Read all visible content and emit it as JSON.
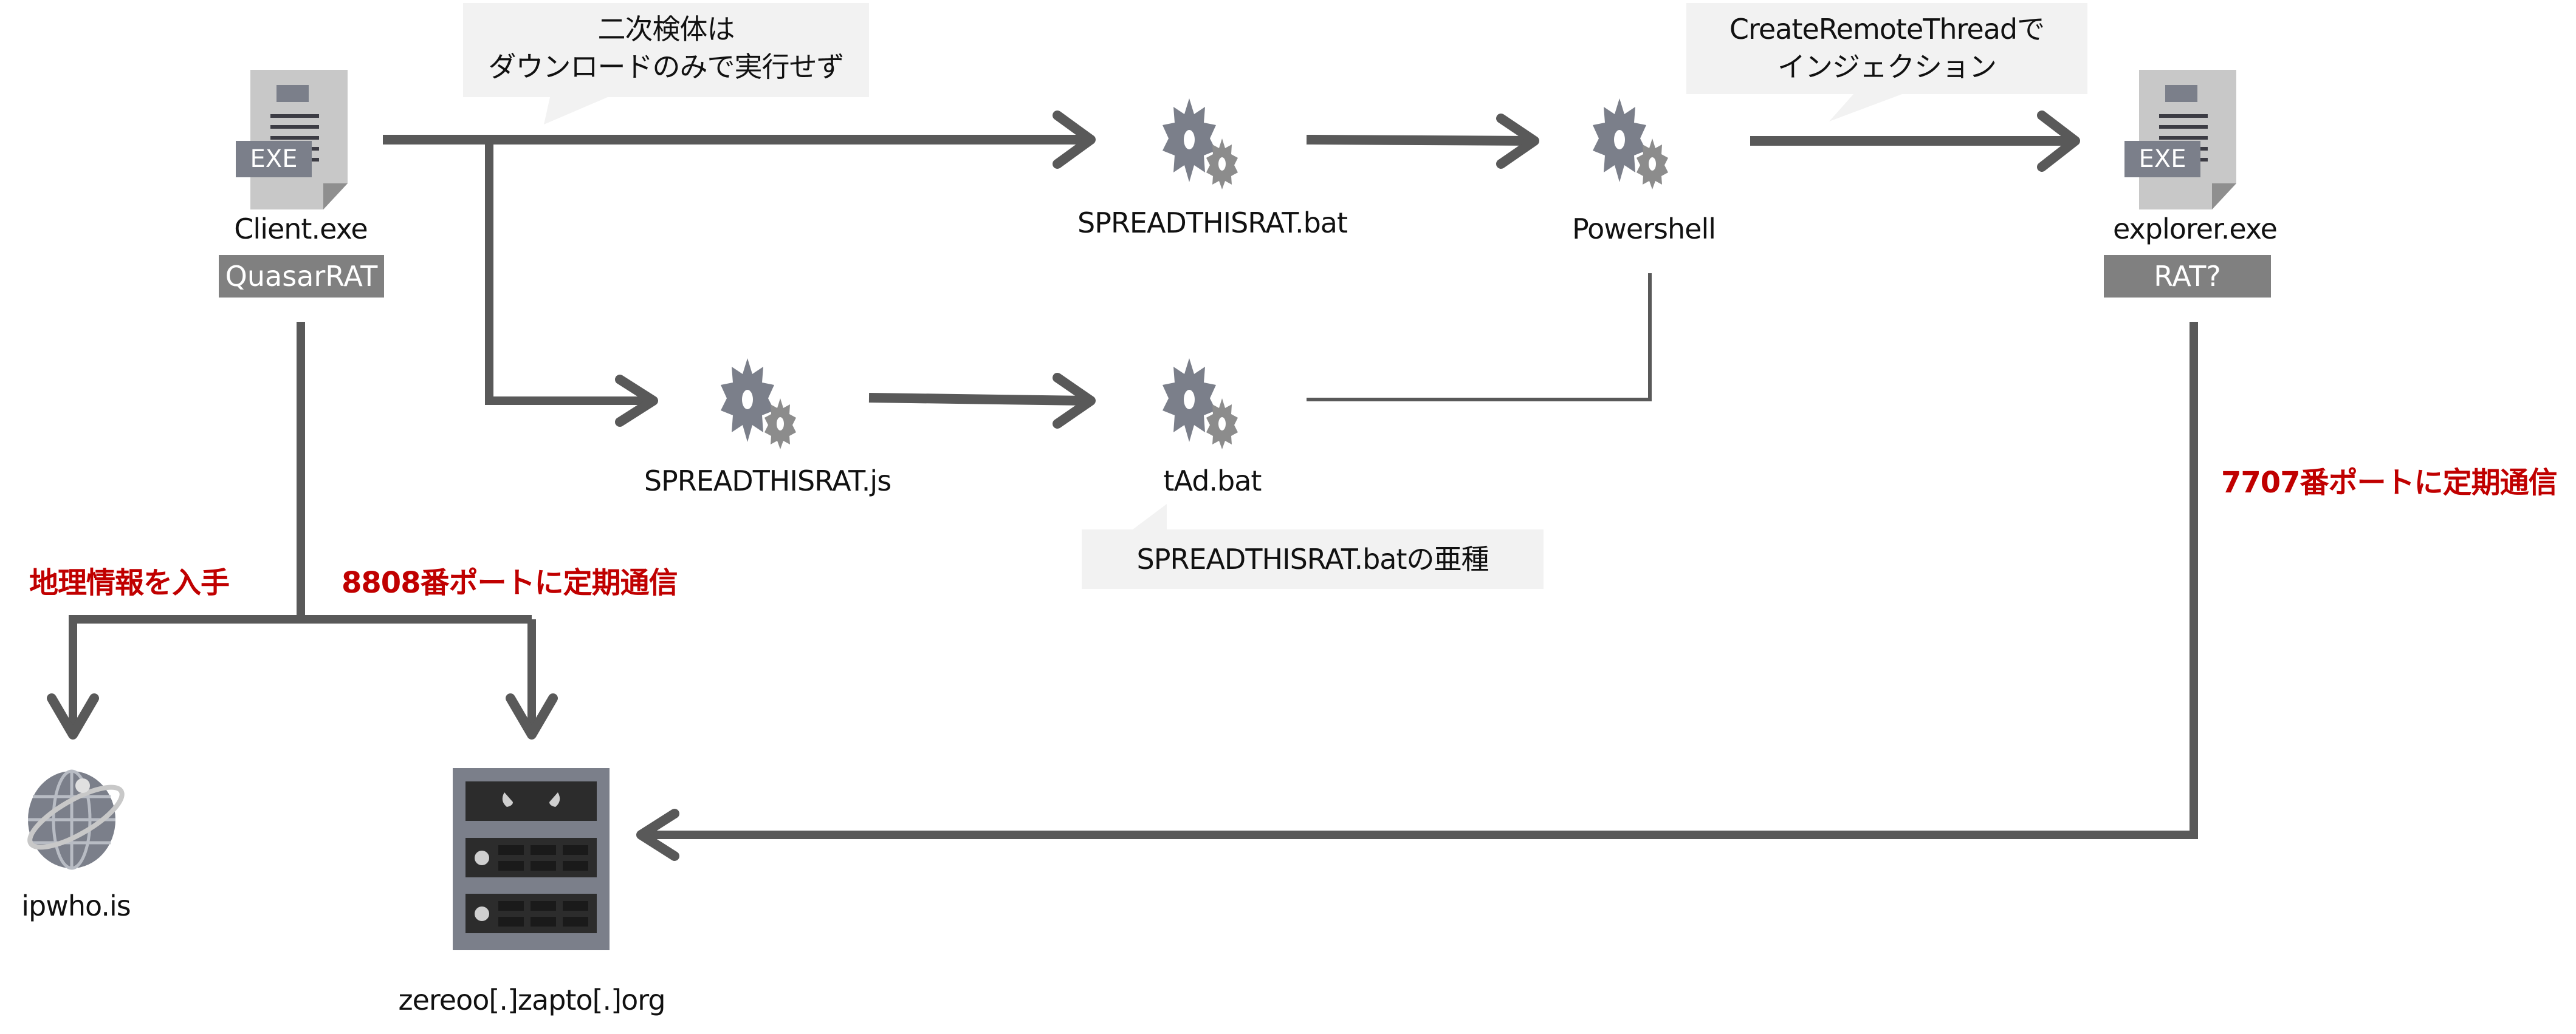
{
  "nodes": {
    "client": {
      "name": "Client.exe",
      "tag": "QuasarRAT",
      "file_type": "EXE",
      "icon": "exe-file-icon"
    },
    "spread_bat": {
      "name": "SPREADTHISRAT.bat",
      "icon": "gears-icon"
    },
    "powershell": {
      "name": "Powershell",
      "icon": "gears-icon"
    },
    "explorer": {
      "name": "explorer.exe",
      "tag": "RAT?",
      "file_type": "EXE",
      "icon": "exe-file-icon"
    },
    "spread_js": {
      "name": "SPREADTHISRAT.js",
      "icon": "gears-icon"
    },
    "tad_bat": {
      "name": "tAd.bat",
      "icon": "gears-icon"
    },
    "ipwho": {
      "name": "ipwho.is",
      "icon": "globe-icon"
    },
    "c2": {
      "name": "zereoo[.]zapto[.]org",
      "icon": "server-icon"
    }
  },
  "callouts": {
    "download_only": {
      "line1": "二次検体は",
      "line2": "ダウンロードのみで実行せず"
    },
    "injection": {
      "line1": "CreateRemoteThreadで",
      "line2": "インジェクション"
    },
    "variant": {
      "text": "SPREADTHISRAT.batの亜種"
    }
  },
  "edge_labels": {
    "geo": "地理情報を入手",
    "port8808": "8808番ポートに定期通信",
    "port7707": "7707番ポートに定期通信"
  },
  "colors": {
    "arrow": "#595959",
    "icon_gray": "#7b7f8a",
    "badge": "#808080",
    "callout": "#f2f2f2",
    "alert_red": "#c00000"
  }
}
